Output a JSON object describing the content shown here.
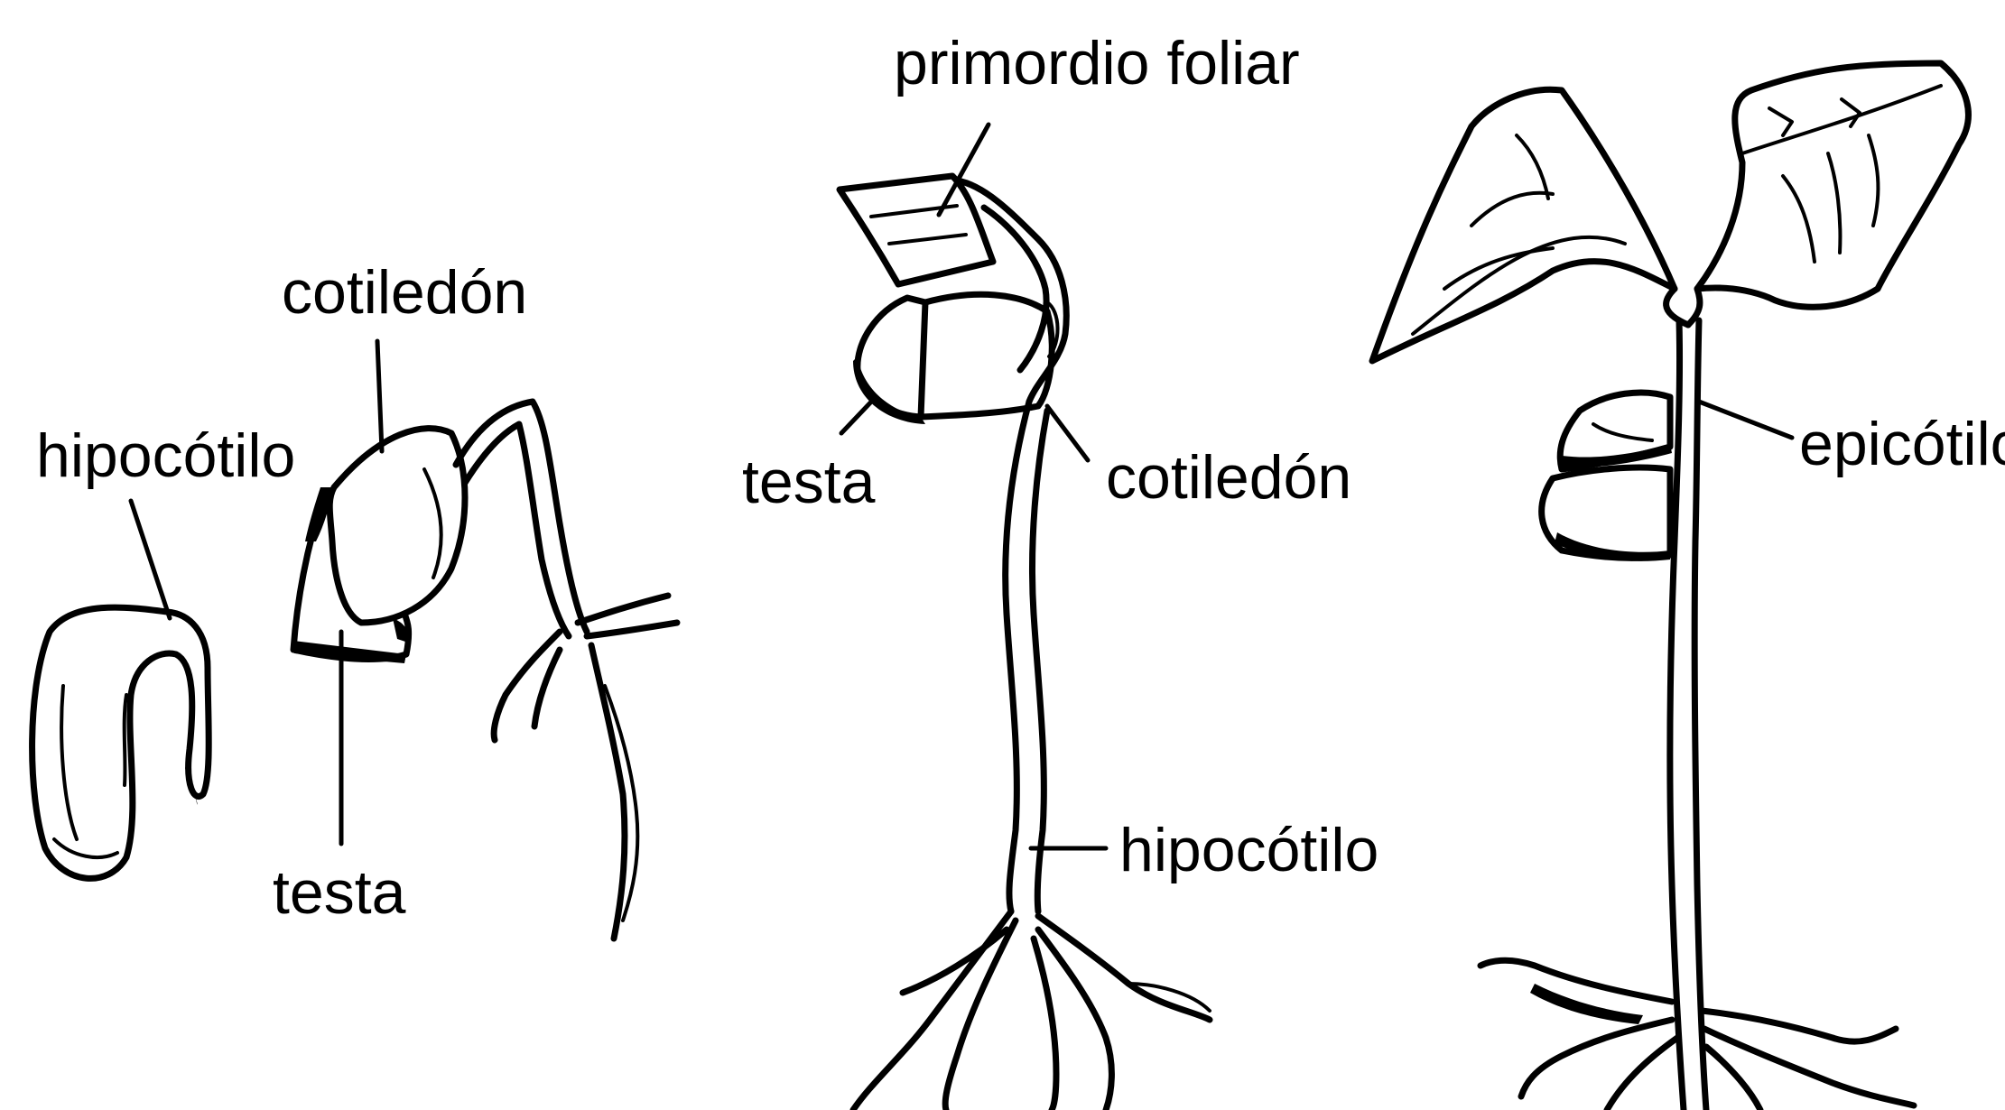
{
  "labels": {
    "stage1_hypocotyl": "hipocótilo",
    "stage2_cotyledon": "cotiledón",
    "stage2_testa": "testa",
    "stage3_leaf_primordium": "primordio foliar",
    "stage3_testa": "testa",
    "stage3_cotyledon": "cotiledón",
    "stage3_hypocotyl": "hipocótilo",
    "stage4_epicotyl": "epicótilo"
  },
  "colors": {
    "ink": "#000000",
    "background": "#ffffff"
  }
}
